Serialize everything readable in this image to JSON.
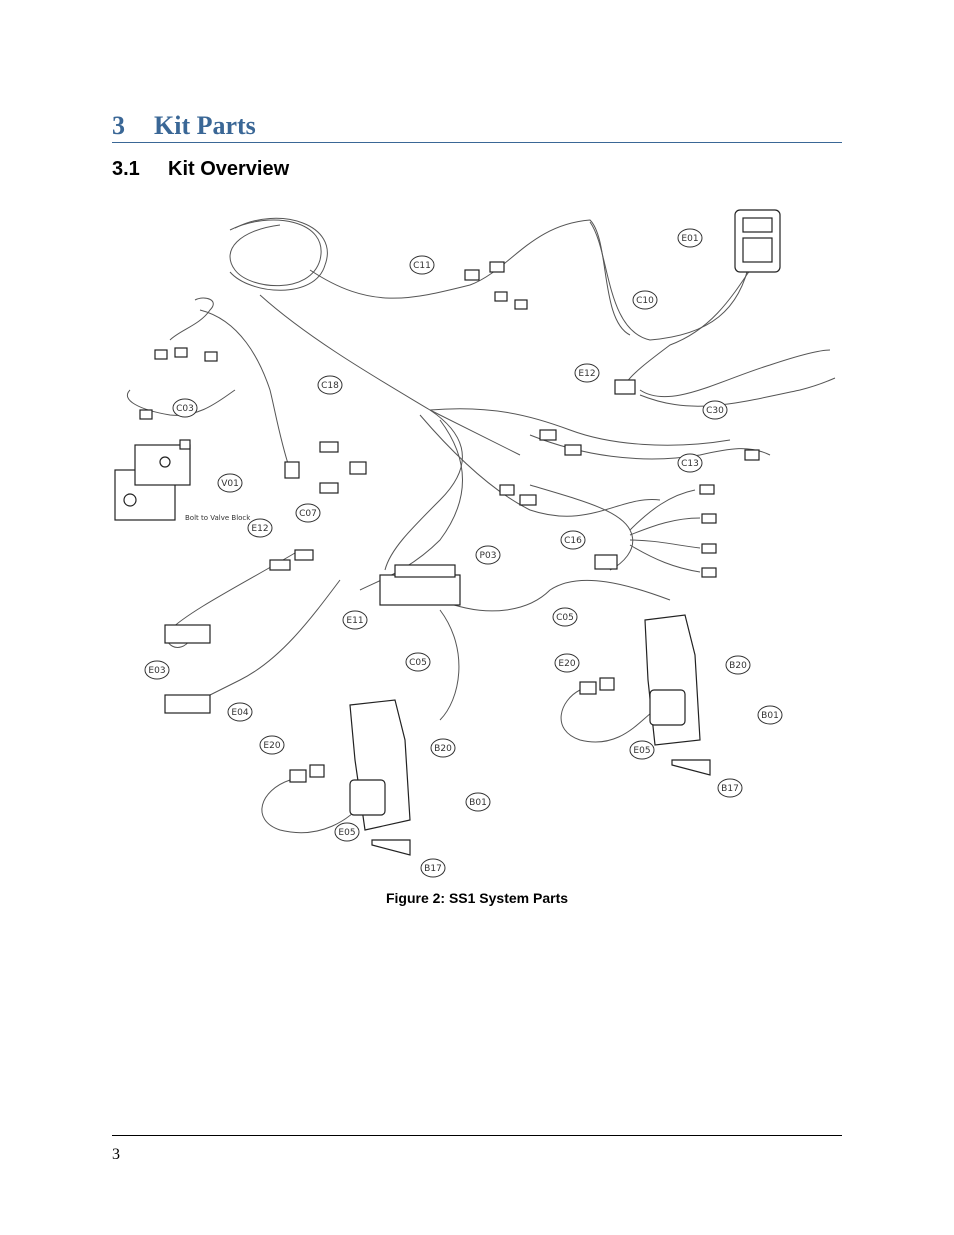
{
  "section": {
    "number": "3",
    "title": "Kit Parts"
  },
  "subsection": {
    "number": "3.1",
    "title": "Kit Overview"
  },
  "figure": {
    "caption": "Figure 2: SS1 System Parts",
    "callouts": [
      "C11",
      "C10",
      "E01",
      "E12",
      "C30",
      "C18",
      "C03",
      "C13",
      "V01",
      "C16",
      "C07",
      "P03",
      "E12",
      "E11",
      "C05",
      "E03",
      "C05",
      "E20",
      "B20",
      "E04",
      "B01",
      "E20",
      "E05",
      "B20",
      "B17",
      "B01",
      "E05",
      "B17"
    ],
    "note": "Bolt to Valve Block"
  },
  "footer": {
    "page_number": "3"
  }
}
